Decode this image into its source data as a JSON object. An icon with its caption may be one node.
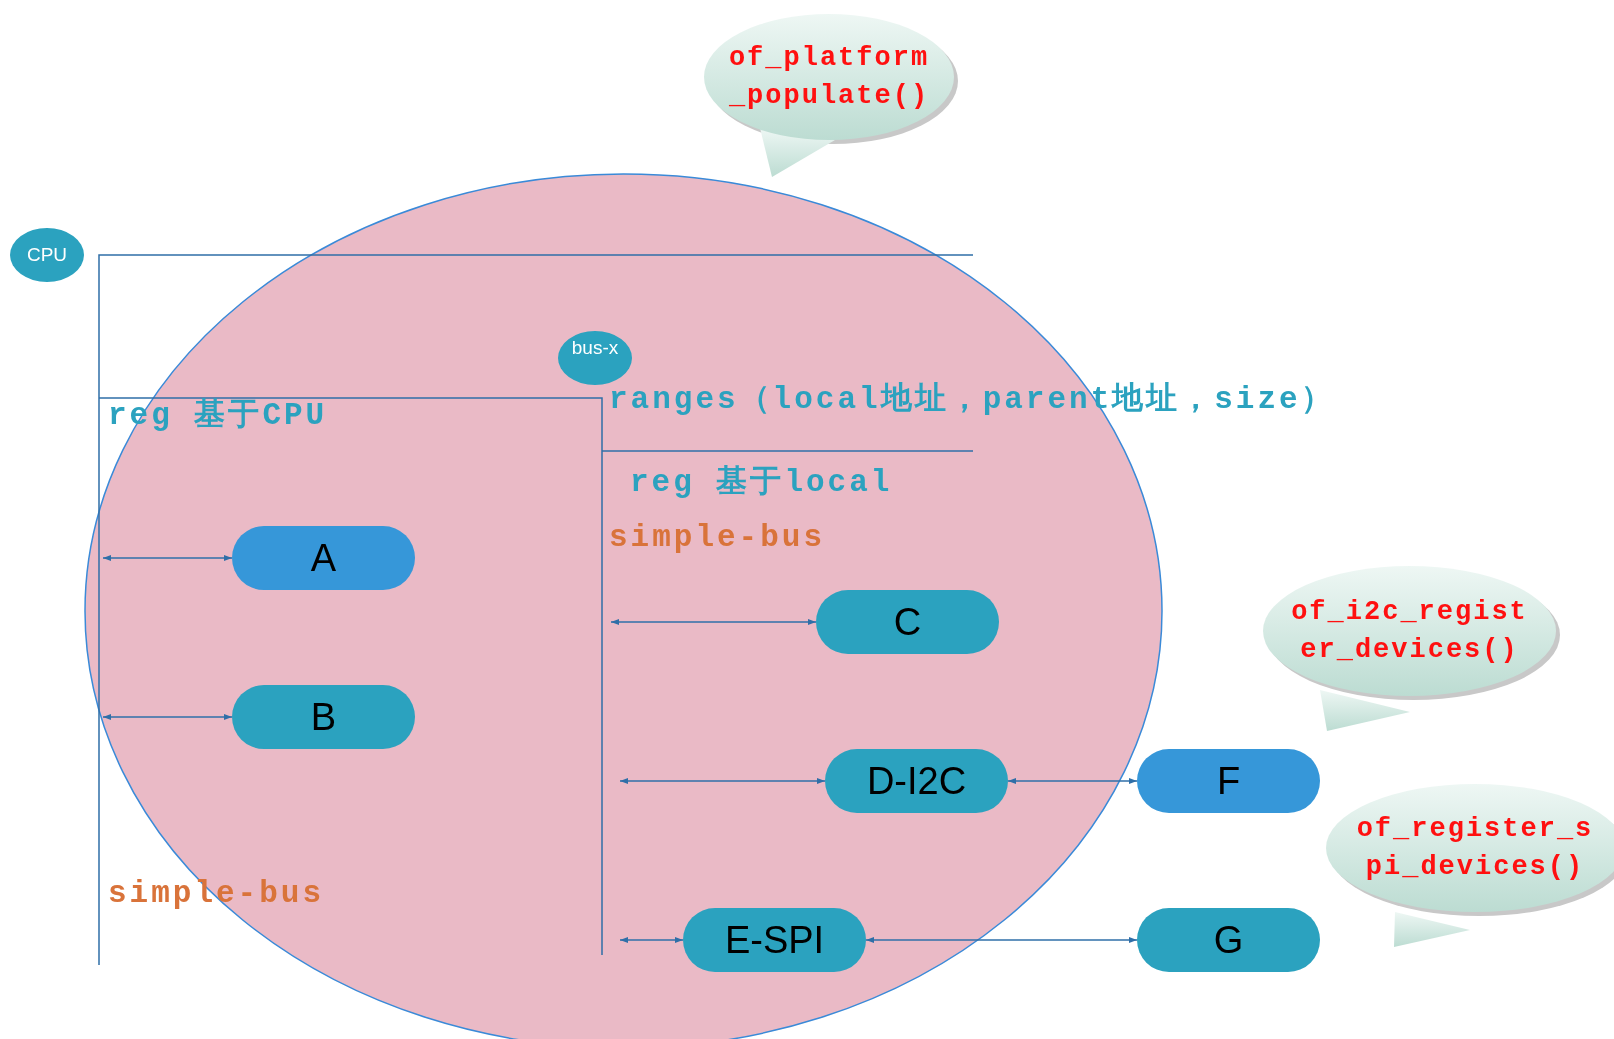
{
  "diagram": {
    "nodes": [
      {
        "text": [],
        "shape": "circle"
      },
      {
        "text": [
          "of_platform_populate()"
        ]
      },
      {
        "text": [
          "CPU"
        ]
      },
      {
        "text": [
          "bus-x"
        ],
        "in": 0
      },
      {
        "text": [
          "A"
        ],
        "in": 0
      },
      {
        "text": [
          "B"
        ],
        "in": 0
      },
      {
        "text": [
          "C"
        ],
        "in": 0
      },
      {
        "text": [
          "of_i2c_register_devices()"
        ]
      },
      {
        "text": [
          "D-I2C"
        ],
        "in": 0
      },
      {
        "text": [
          "F"
        ]
      },
      {
        "text": [
          "of_register_spi_devices()"
        ]
      },
      {
        "text": [
          "E-SPI"
        ],
        "in": 0
      },
      {
        "text": [
          "G"
        ]
      }
    ],
    "edges": [
      {
        "from": null,
        "to": 4,
        "arrow": "both"
      },
      {
        "from": null,
        "to": 5,
        "arrow": "both"
      },
      {
        "from": null,
        "to": 6,
        "arrow": "both"
      },
      {
        "from": null,
        "to": 8,
        "arrow": "both"
      },
      {
        "from": 8,
        "to": 9,
        "arrow": "both"
      },
      {
        "from": null,
        "to": 11,
        "arrow": "both"
      },
      {
        "from": 11,
        "to": 12,
        "arrow": "both"
      }
    ],
    "labels": [
      "reg 基于CPU",
      "ranges（local地址，parent地址，size）",
      "reg 基于local",
      "simple-bus",
      "simple-bus"
    ]
  }
}
